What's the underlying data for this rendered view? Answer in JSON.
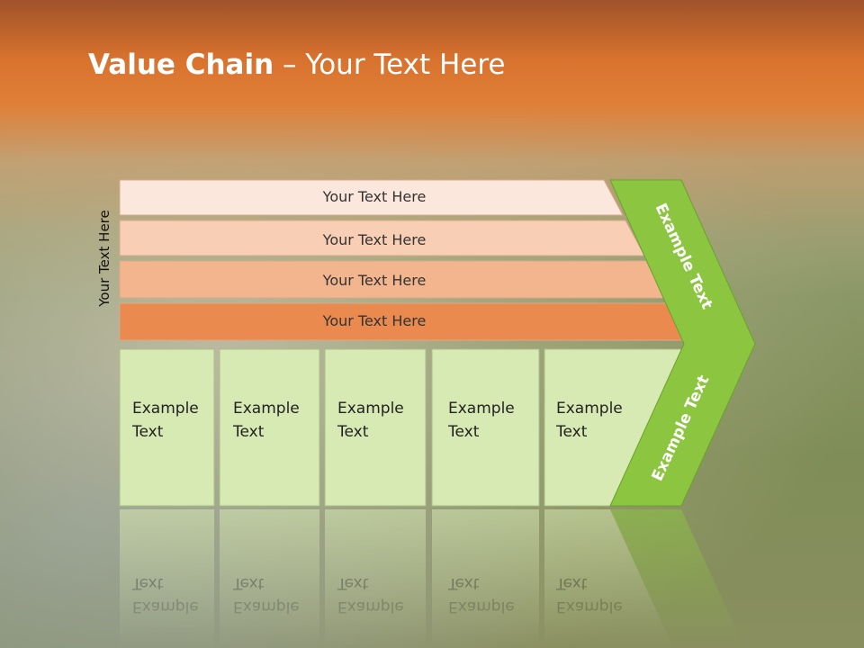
{
  "title": {
    "bold": "Value Chain",
    "rest": " – Your Text Here"
  },
  "side_label": "Your Text Here",
  "support_bars": [
    {
      "label": "Your Text Here",
      "color": "#fbe7dc"
    },
    {
      "label": "Your Text Here",
      "color": "#f8cfb4"
    },
    {
      "label": "Your Text Here",
      "color": "#f3b58e"
    },
    {
      "label": "Your Text Here",
      "color": "#ea8a4e"
    }
  ],
  "primary_boxes": [
    {
      "line1": "Example",
      "line2": "Text"
    },
    {
      "line1": "Example",
      "line2": "Text"
    },
    {
      "line1": "Example",
      "line2": "Text"
    },
    {
      "line1": "Example",
      "line2": "Text"
    },
    {
      "line1": "Example",
      "line2": "Text"
    }
  ],
  "margin_top": "Example Text",
  "margin_bottom": "Example Text",
  "colors": {
    "box_fill": "#d8eab3",
    "chevron_fill": "#8cc540",
    "chevron_stroke": "#6aa22c"
  }
}
